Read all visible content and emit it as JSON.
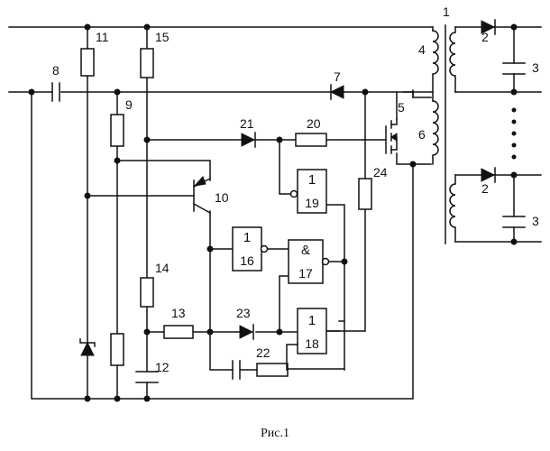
{
  "labels": {
    "r11": "11",
    "r15": "15",
    "t1": "1",
    "d2a": "2",
    "c3a": "3",
    "w4": "4",
    "c8": "8",
    "d7": "7",
    "r9": "9",
    "w5": "5",
    "d21": "21",
    "r20": "20",
    "w6": "6",
    "q10": "10",
    "r24": "24",
    "r14": "14",
    "r13": "13",
    "d23": "23",
    "c22": "22",
    "c12": "12",
    "d2b": "2",
    "c3b": "3"
  },
  "gates": {
    "g19": {
      "sym": "1",
      "num": "19"
    },
    "g16": {
      "sym": "1",
      "num": "16"
    },
    "g17": {
      "sym": "&",
      "num": "17"
    },
    "g18": {
      "sym": "1",
      "num": "18"
    }
  },
  "caption": "Рис.1"
}
